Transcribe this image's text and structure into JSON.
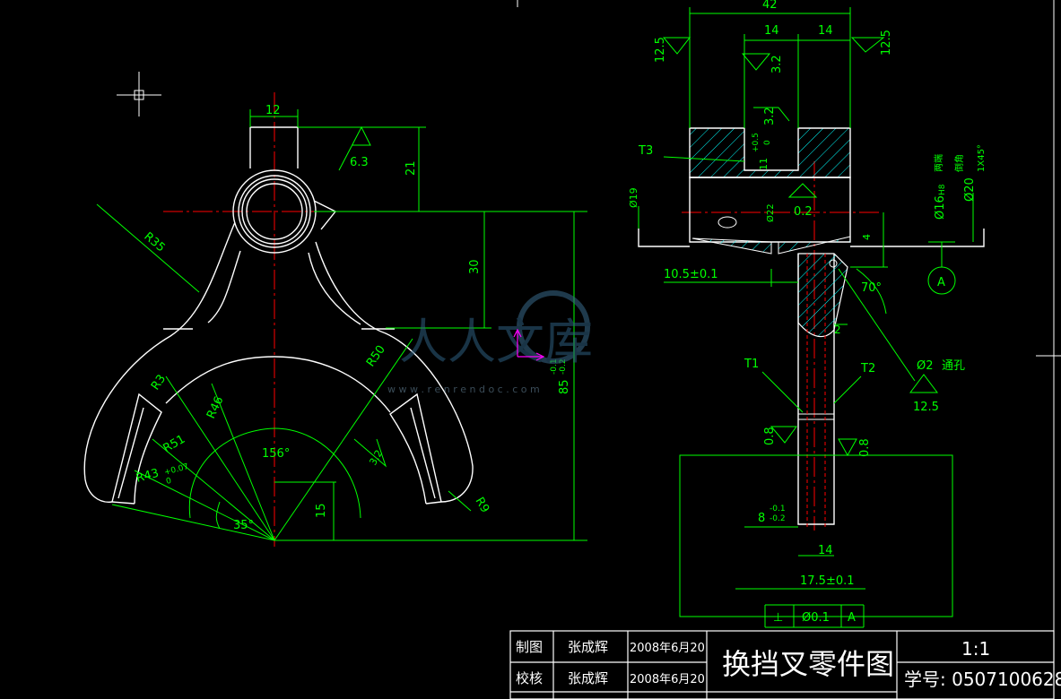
{
  "colors": {
    "background": "#000000",
    "outline": "#ffffff",
    "dimension": "#00ff00",
    "centerline": "#ff0000",
    "hatch": "#00ffff",
    "cursor": "#ff00ff"
  },
  "front_view": {
    "dims": {
      "top_width": "12",
      "roughness_top": "6.3",
      "height_21": "21",
      "height_30": "30",
      "height_85": "85",
      "tol_85_upper": "-0.1",
      "tol_85_lower": "-0.2",
      "r35": "R35",
      "r50": "R50",
      "r46": "R46",
      "r51": "R51",
      "r43": "R43",
      "tol_r43_upper": "+0.07",
      "tol_r43_lower": "0",
      "r3": "R3",
      "r9": "R9",
      "angle_156": "156°",
      "angle_35": "35°",
      "height_15": "15",
      "roughness_32": "3.2"
    }
  },
  "side_view": {
    "dims": {
      "width_42": "42",
      "half_14_left": "14",
      "half_14_right": "14",
      "rough_125_left": "12.5",
      "rough_125_right": "12.5",
      "rough_32_a": "3.2",
      "rough_32_b": "3.2",
      "slot_11": "11",
      "tol_11_upper": "+0.5",
      "tol_11_lower": "0",
      "t3": "T3",
      "t1": "T1",
      "t2": "T2",
      "dia_19": "Ø19",
      "dia_22": "Ø22",
      "rough_02": "0.2",
      "dia_16": "Ø16",
      "dia_16_fit": "H8",
      "dia_20": "Ø20",
      "note_both_ends": "两端",
      "note_chamfer": "倒角",
      "note_chamfer_size": "1X45°",
      "dim_4": "4",
      "datum_a": "A",
      "dim_10_5": "10.5±0.1",
      "angle_70": "70°",
      "dim_2": "2",
      "hole_2": "Ø2",
      "through_hole": "通孔",
      "rough_125_hole": "12.5",
      "rough_08_left": "0.8",
      "rough_08_right": "0.8",
      "dim_8": "8",
      "tol_8_upper": "-0.1",
      "tol_8_lower": "-0.2",
      "dim_14_bottom": "14",
      "dim_17_5": "17.5±0.1",
      "gdt_perp": "⊥",
      "gdt_value": "Ø0.1",
      "gdt_datum": "A"
    }
  },
  "watermark": {
    "text": "人人文库",
    "url": "w w w . r e n r e n d o c . c o m"
  },
  "title_block": {
    "drawn_label": "制图",
    "drawn_name": "张成辉",
    "drawn_date": "2008年6月20",
    "check_label": "校核",
    "check_name": "张成辉",
    "check_date": "2008年6月20",
    "title": "换挡叉零件图",
    "scale": "1:1",
    "student_no": "学号: 0507100628"
  }
}
